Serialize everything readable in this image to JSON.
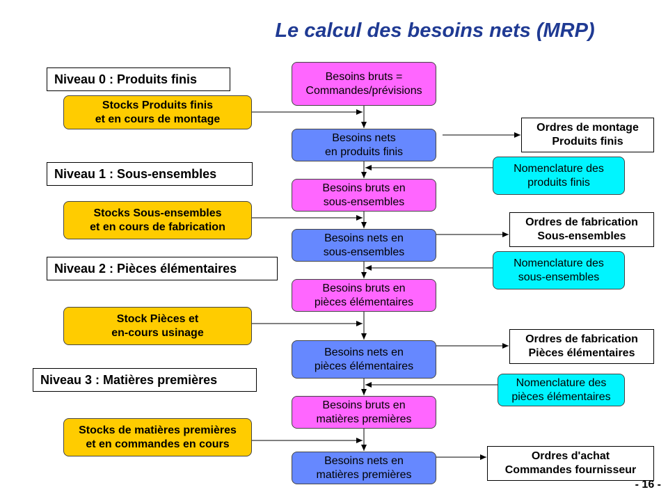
{
  "title": "Le calcul des besoins nets (MRP)",
  "levels": {
    "n0": "Niveau 0 : Produits finis",
    "n1": "Niveau 1 : Sous-ensembles",
    "n2": "Niveau 2 : Pièces élémentaires",
    "n3": "Niveau 3 : Matières premières"
  },
  "stocks": {
    "s0": "Stocks Produits finis\net en cours de montage",
    "s1": "Stocks Sous-ensembles\net en cours de fabrication",
    "s2": "Stock Pièces et\nen-cours usinage",
    "s3": "Stocks de matières premières\net en commandes en cours"
  },
  "chain": {
    "bb0": "Besoins bruts =\nCommandes/prévisions",
    "bn0": "Besoins nets\nen produits finis",
    "bb1": "Besoins bruts en\nsous-ensembles",
    "bn1": "Besoins nets en\nsous-ensembles",
    "bb2": "Besoins bruts en\npièces élémentaires",
    "bn2": "Besoins nets en\npièces élémentaires",
    "bb3": "Besoins bruts en\nmatières premières",
    "bn3": "Besoins nets en\nmatières premières"
  },
  "nomenclatures": {
    "nom1": "Nomenclature des\nproduits finis",
    "nom2": "Nomenclature des\nsous-ensembles",
    "nom3": "Nomenclature des\npièces élémentaires"
  },
  "orders": {
    "o0": "Ordres de montage\nProduits finis",
    "o1": "Ordres de fabrication\nSous-ensembles",
    "o2": "Ordres de fabrication\nPièces élémentaires",
    "o3": "Ordres d'achat\nCommandes fournisseur"
  },
  "page_number": "- 16 -",
  "colors": {
    "title": "#1f3a93",
    "gross_needs": "#ff66ff",
    "net_needs": "#6688ff",
    "bill_of_materials": "#00f5ff",
    "stocks": "#ffcc00"
  }
}
